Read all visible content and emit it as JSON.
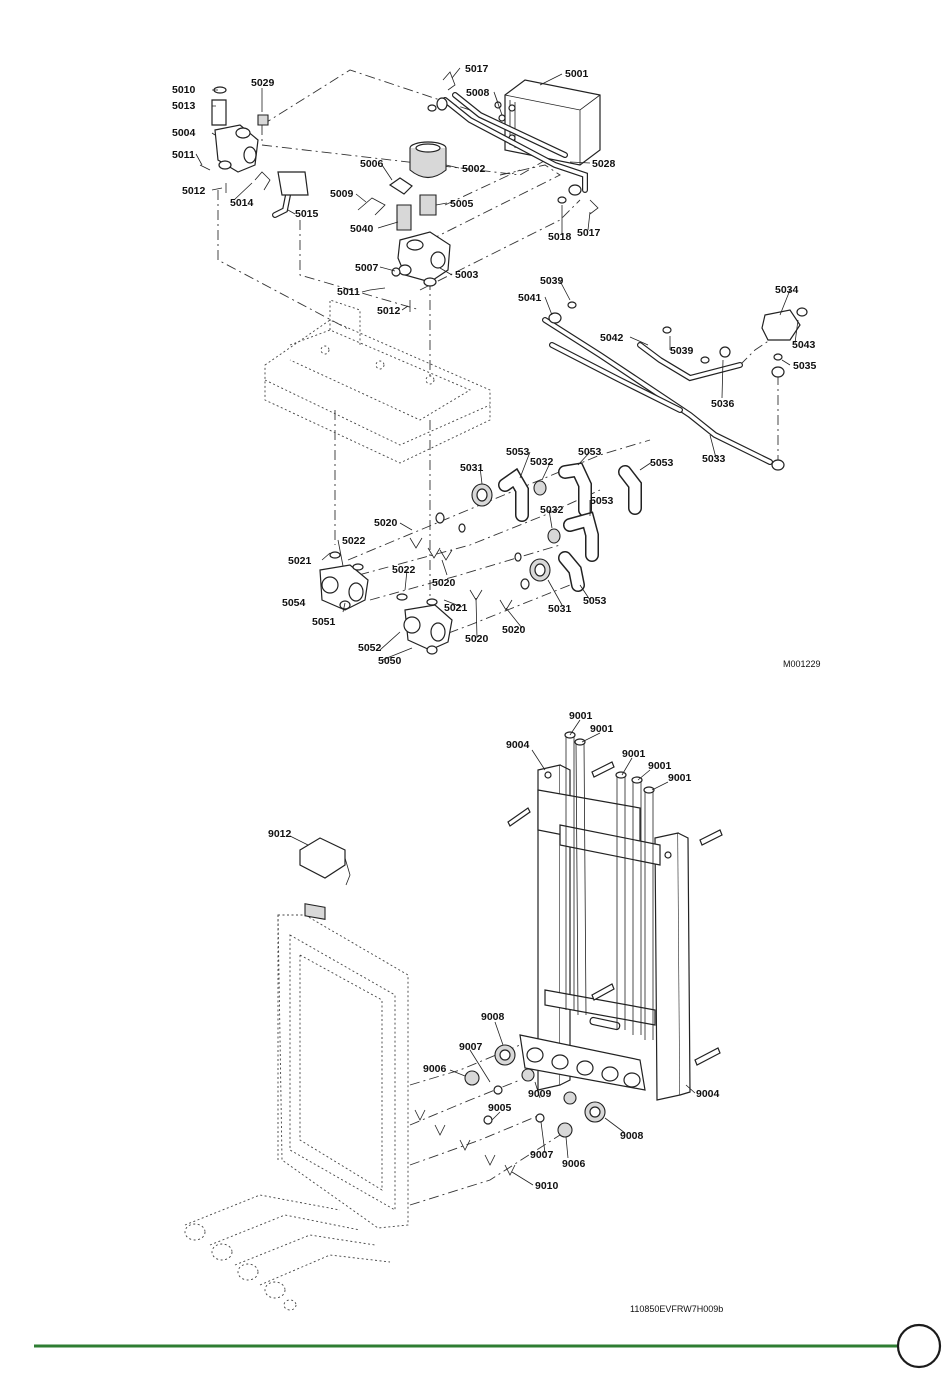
{
  "top_diagram": {
    "ref": "M001229",
    "labels": [
      "5001",
      "5002",
      "5003",
      "5004",
      "5005",
      "5006",
      "5007",
      "5008",
      "5009",
      "5010",
      "5011",
      "5011",
      "5012",
      "5012",
      "5013",
      "5014",
      "5015",
      "5017",
      "5017",
      "5018",
      "5020",
      "5020",
      "5020",
      "5020",
      "5021",
      "5021",
      "5022",
      "5022",
      "5028",
      "5029",
      "5031",
      "5031",
      "5032",
      "5032",
      "5033",
      "5034",
      "5035",
      "5036",
      "5039",
      "5039",
      "5040",
      "5041",
      "5042",
      "5043",
      "5050",
      "5051",
      "5052",
      "5053",
      "5053",
      "5053",
      "5053",
      "5053",
      "5054"
    ]
  },
  "bottom_diagram": {
    "ref": "110850EVFRW7H009b",
    "labels": [
      "9001",
      "9001",
      "9001",
      "9001",
      "9001",
      "9004",
      "9004",
      "9005",
      "9006",
      "9006",
      "9007",
      "9007",
      "9008",
      "9008",
      "9008",
      "9009",
      "9010",
      "9012"
    ]
  },
  "colors": {
    "rule": "#2e7d32",
    "line": "#222222"
  }
}
